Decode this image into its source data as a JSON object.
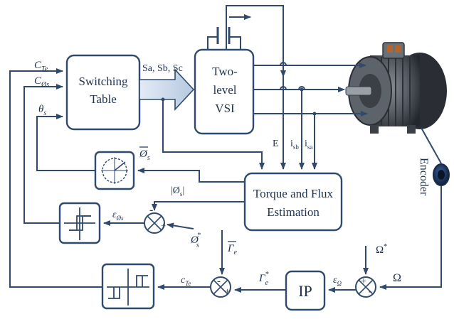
{
  "blocks": {
    "switching_table": [
      "Switching",
      "Table"
    ],
    "vsi": [
      "Two-",
      "level",
      "VSI"
    ],
    "estimator": [
      "Torque and Flux",
      "Estimation"
    ],
    "ip": "IP",
    "encoder": "Encoder"
  },
  "signals": {
    "c_te": "C",
    "c_te_sub": "Te",
    "c_phis": "C",
    "c_phis_sub": "Øs",
    "theta": "θ",
    "theta_sub": "s",
    "sa_sb_sc": "Sa, Sb, Sc",
    "phi_vec": "Ø",
    "phi_vec_sub": "s",
    "phi_mag": "|Ø",
    "phi_mag_sub": "s",
    "phi_mag_end": "|",
    "eps_phi": "ε",
    "eps_phi_sub": "Øs",
    "phi_ref": "Ø",
    "phi_ref_sub": "s",
    "phi_ref_sup": "*",
    "gamma_e": "Γ",
    "gamma_e_sub": "e",
    "gamma_ref": "Γ",
    "gamma_ref_sub": "e",
    "gamma_ref_sup": "*",
    "c_te2": "c",
    "c_te2_sub": "Te",
    "eps_omega": "ε",
    "eps_omega_sub": "Ω",
    "omega_ref": "Ω",
    "omega_ref_sup": "*",
    "omega": "Ω",
    "e": "E",
    "i_sb": "i",
    "i_sb_sub": "sb",
    "i_sa": "i",
    "i_sa_sub": "sa"
  },
  "sum_signs": {
    "flux_minus": "-",
    "flux_plus": "+",
    "torque_minus": "-",
    "torque_plus": "+",
    "speed_minus": "-",
    "speed_plus": "+"
  }
}
